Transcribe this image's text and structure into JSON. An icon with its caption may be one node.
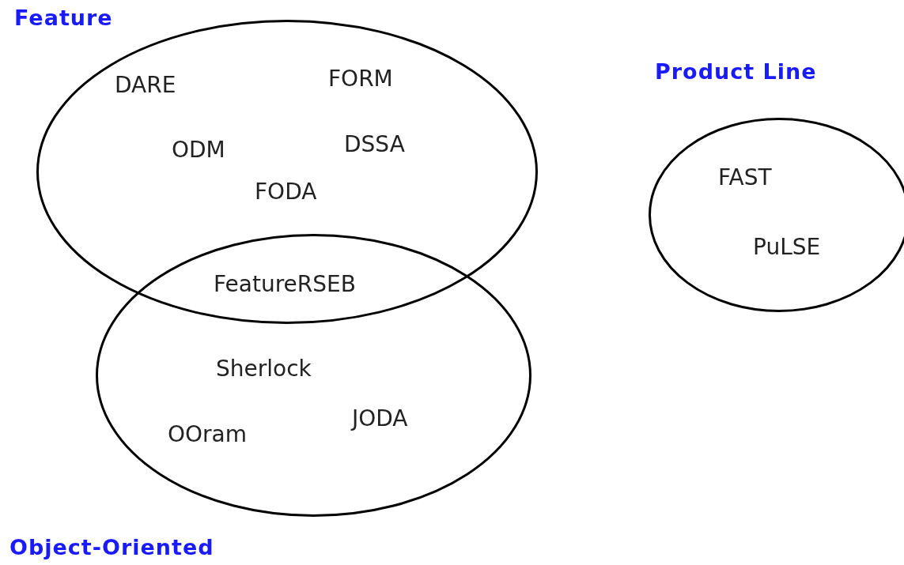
{
  "diagram": {
    "nodes": [
      {
        "text": [
          "Feature"
        ]
      },
      {
        "text": [
          "Object-Oriented"
        ]
      },
      {
        "text": [
          "Product Line"
        ]
      }
    ],
    "labels": [
      "DARE",
      "FORM",
      "ODM",
      "DSSA",
      "FODA",
      "FeatureRSEB",
      "Sherlock",
      "OOram",
      "JODA",
      "FAST",
      "PuLSE"
    ]
  }
}
